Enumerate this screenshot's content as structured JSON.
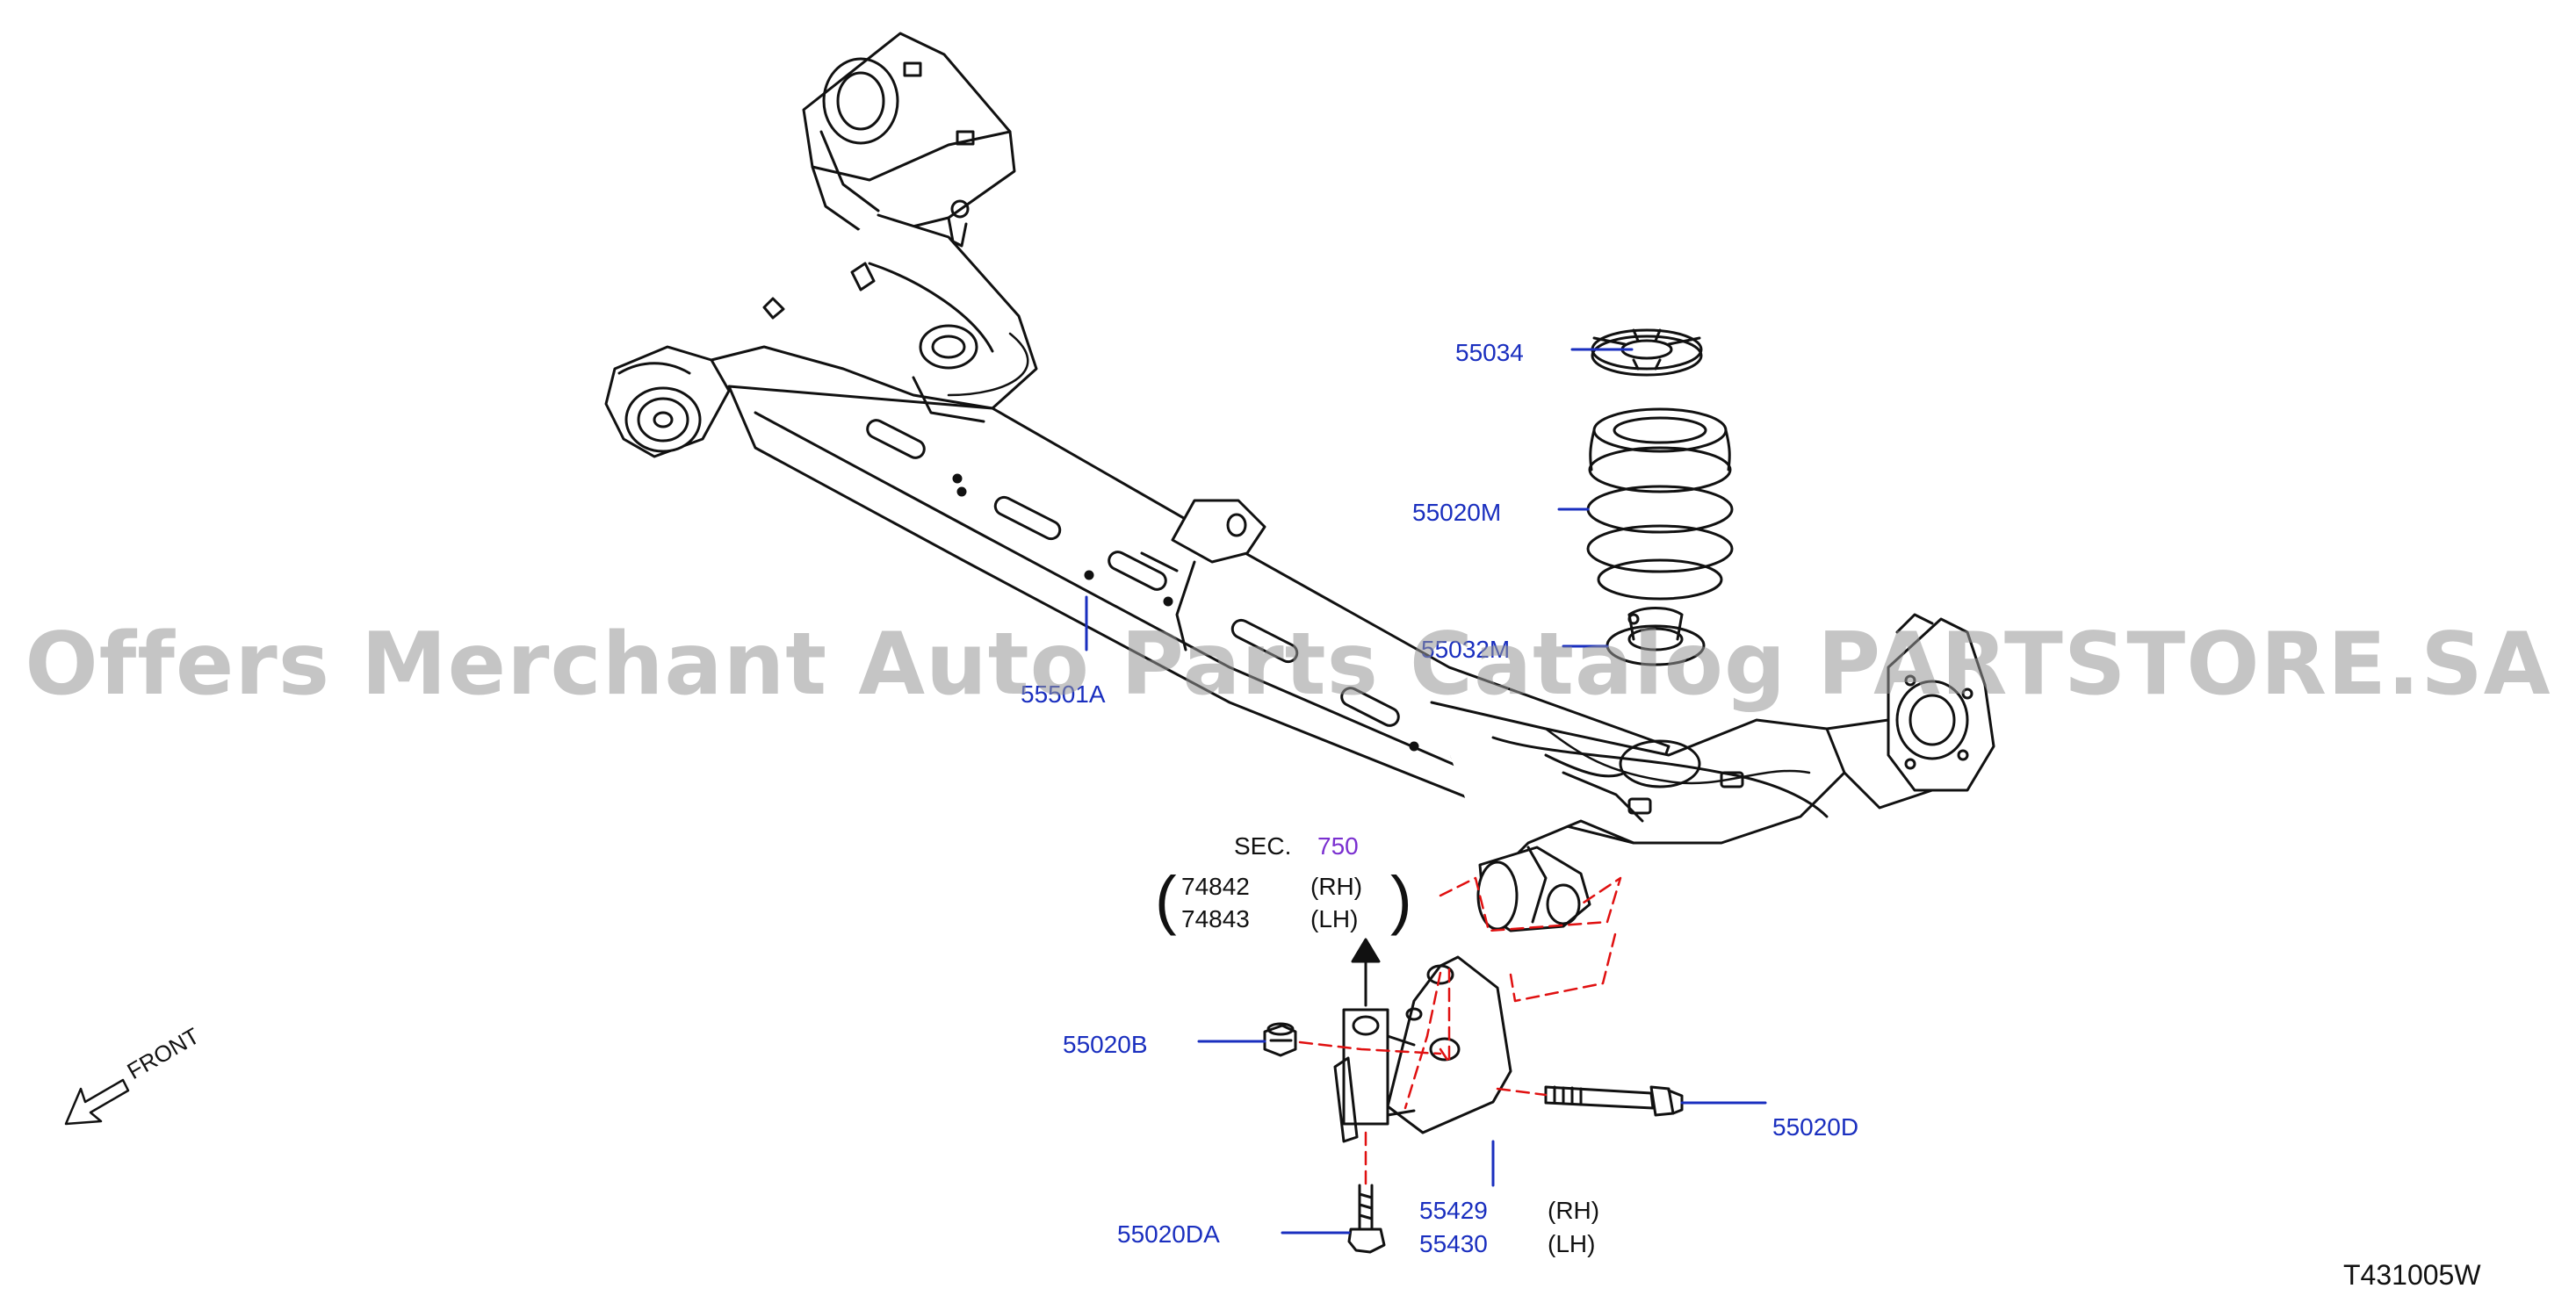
{
  "parts": {
    "p55034": "55034",
    "p55020M": "55020M",
    "p55032M": "55032M",
    "p55501A": "55501A",
    "p55020B": "55020B",
    "p55020D": "55020D",
    "p55020DA": "55020DA",
    "p55429": "55429",
    "p55430": "55430",
    "p74842": "74842",
    "p74843": "74843"
  },
  "suffix": {
    "rh": "(RH)",
    "lh": "(LH)"
  },
  "section": {
    "prefix": "SEC.",
    "number": "750"
  },
  "front_label": "FRONT",
  "diagram_code": "T431005W",
  "watermark": "Offers Merchant Auto Parts Catalog PARTSTORE.SA",
  "colors": {
    "part_link": "#1a2fbf",
    "section_link": "#7a2fd0",
    "dash": "#e01010",
    "line": "#111111"
  }
}
